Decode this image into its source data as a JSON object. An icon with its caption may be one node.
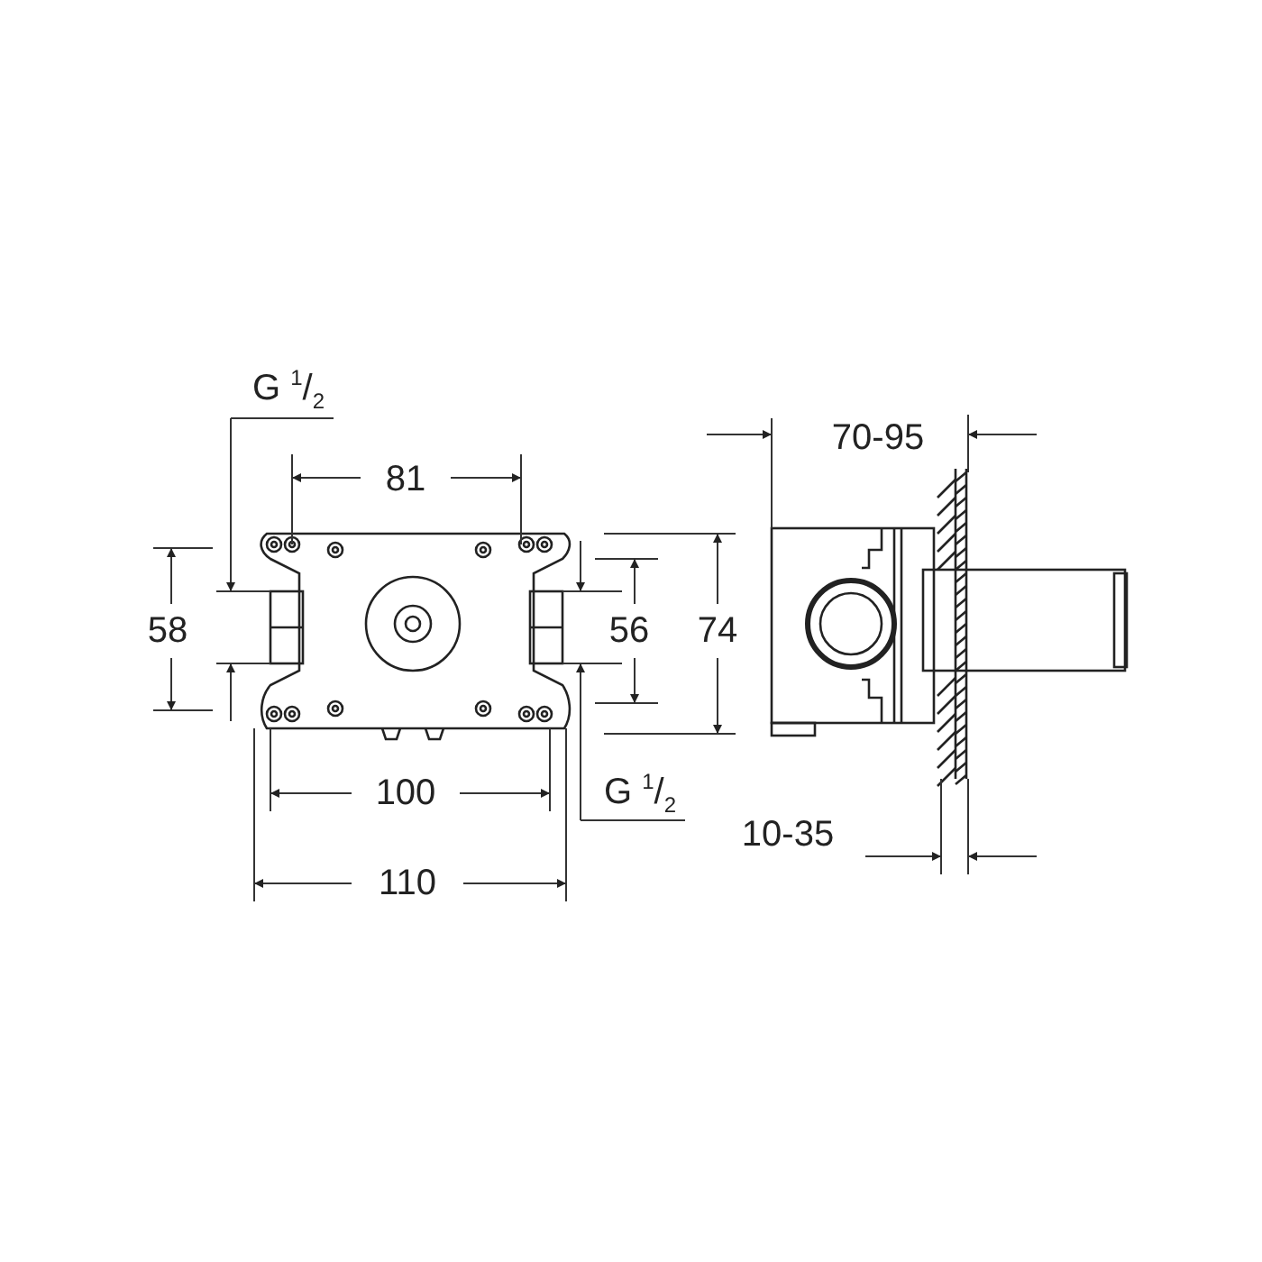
{
  "diagram": {
    "labels": [
      "G $^{1}$/$_{2}$",
      "70-95",
      "81",
      "58",
      "56",
      "74",
      "100",
      "G $^{1}$/$_{2}$",
      "10-35",
      "110"
    ]
  }
}
